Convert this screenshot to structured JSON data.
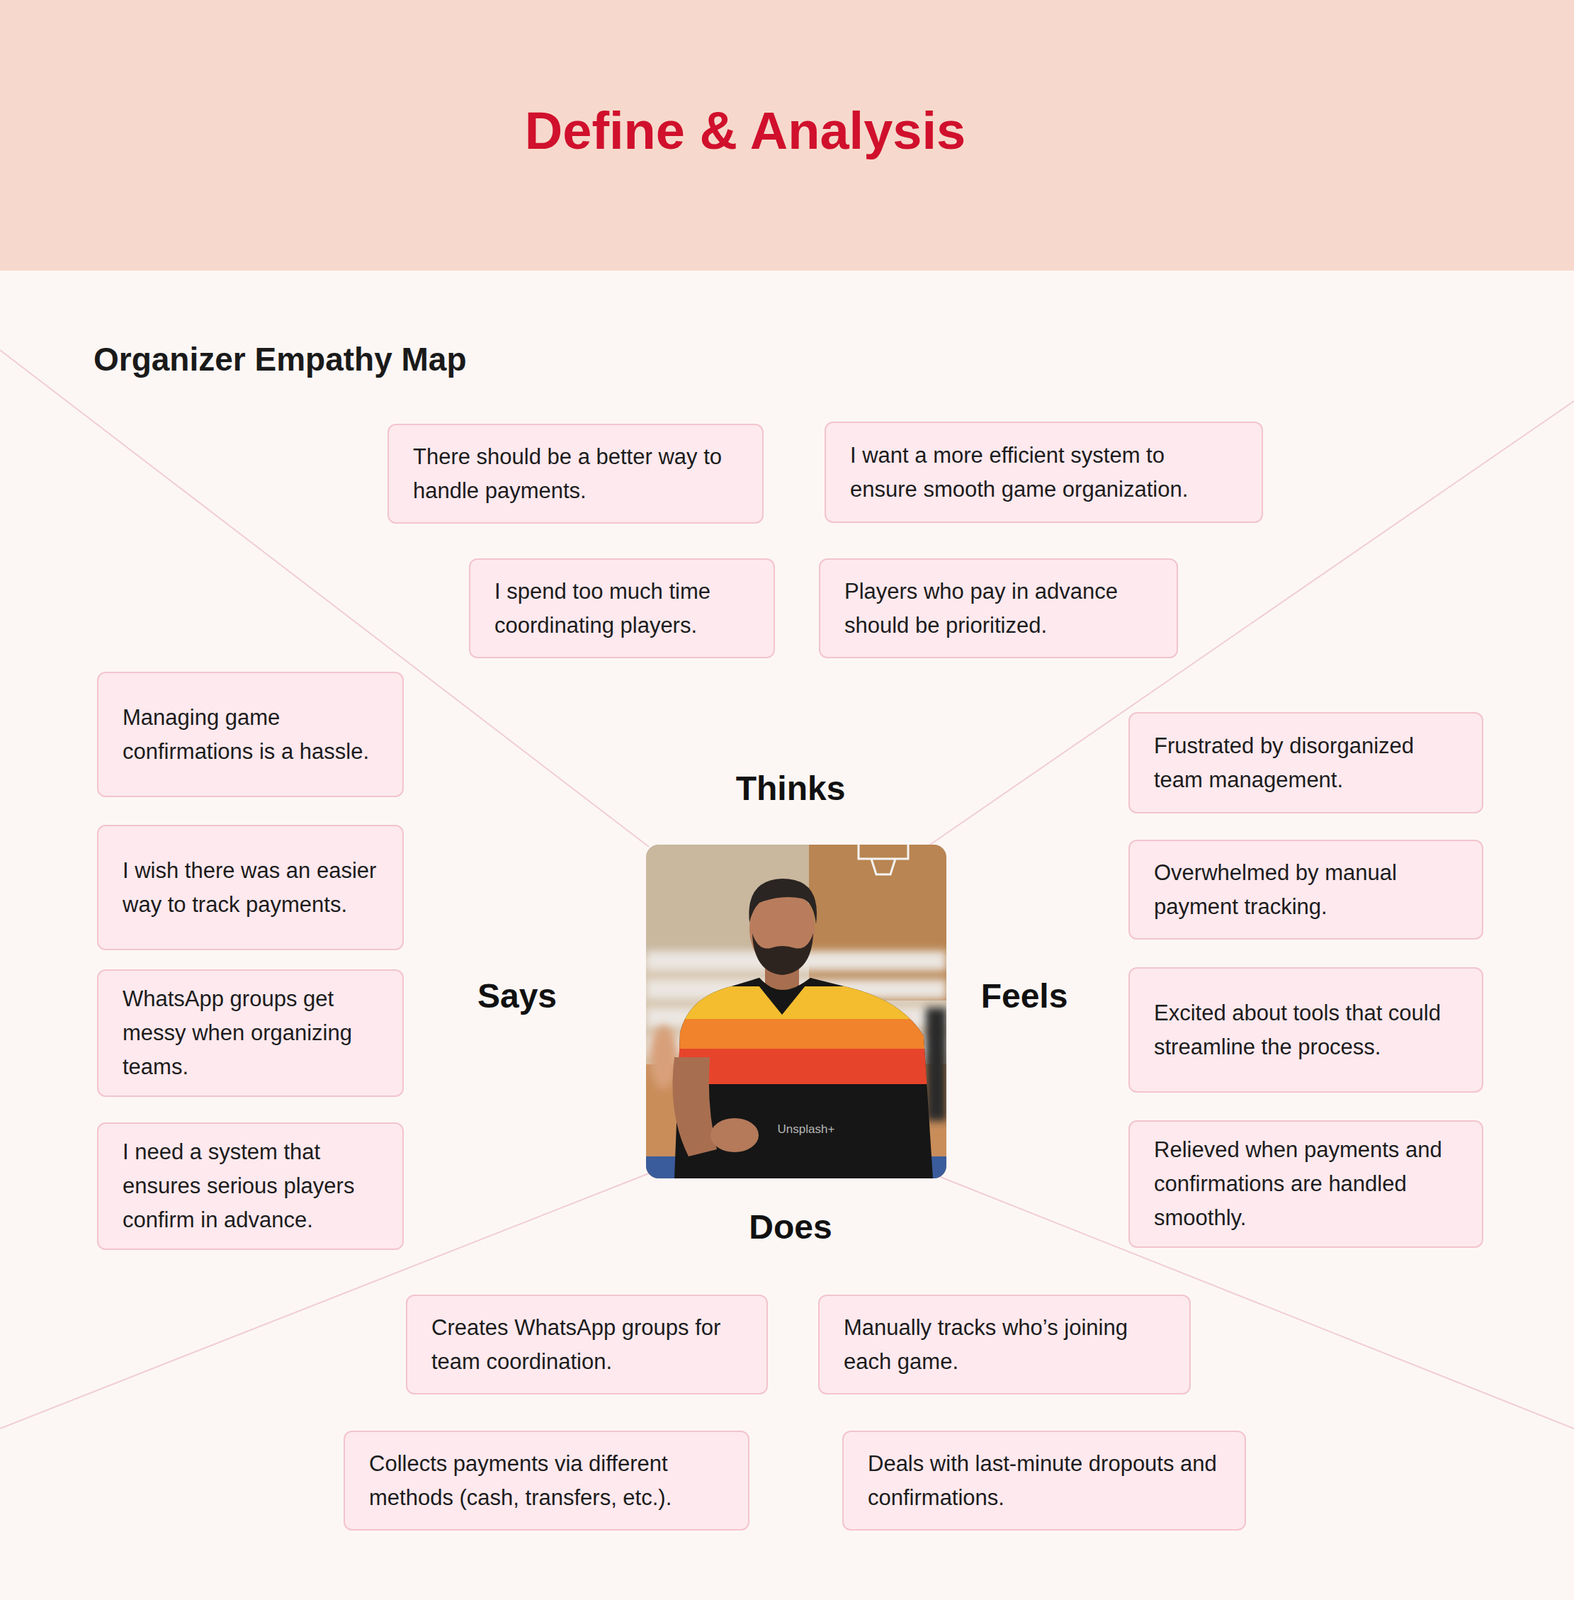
{
  "diagram": {
    "title": "Define & Analysis",
    "nodes": [
      {
        "text": [
          "There should be a better way to handle payments."
        ]
      },
      {
        "text": [
          "I want a more efficient system to ensure smooth game organization."
        ]
      },
      {
        "text": [
          "I spend too much time coordinating players."
        ]
      },
      {
        "text": [
          "Players who pay in advance should be prioritized."
        ]
      },
      {
        "text": [
          "Managing game confirmations is a hassle."
        ]
      },
      {
        "text": [
          "I wish there was an easier way to track payments."
        ]
      },
      {
        "text": [
          "WhatsApp groups get messy when organizing teams."
        ]
      },
      {
        "text": [
          "I need a system that ensures serious players confirm in advance."
        ]
      },
      {
        "text": [
          "Frustrated by disorganized team management."
        ]
      },
      {
        "text": [
          "Overwhelmed by manual payment tracking."
        ]
      },
      {
        "text": [
          "Excited about tools that could streamline the process."
        ]
      },
      {
        "text": [
          "Relieved when payments and confirmations are handled smoothly."
        ]
      },
      {
        "text": [
          "Creates WhatsApp groups for team coordination."
        ]
      },
      {
        "text": [
          "Manually tracks who’s joining each game."
        ]
      },
      {
        "text": [
          "Collects payments via different methods (cash, transfers, etc.)."
        ]
      },
      {
        "text": [
          "Deals with last-minute dropouts and confirmations."
        ]
      }
    ],
    "labels": [
      "Organizer Empathy Map",
      "Thinks",
      "Says",
      "Feels",
      "Does",
      "Unsplash+"
    ]
  }
}
